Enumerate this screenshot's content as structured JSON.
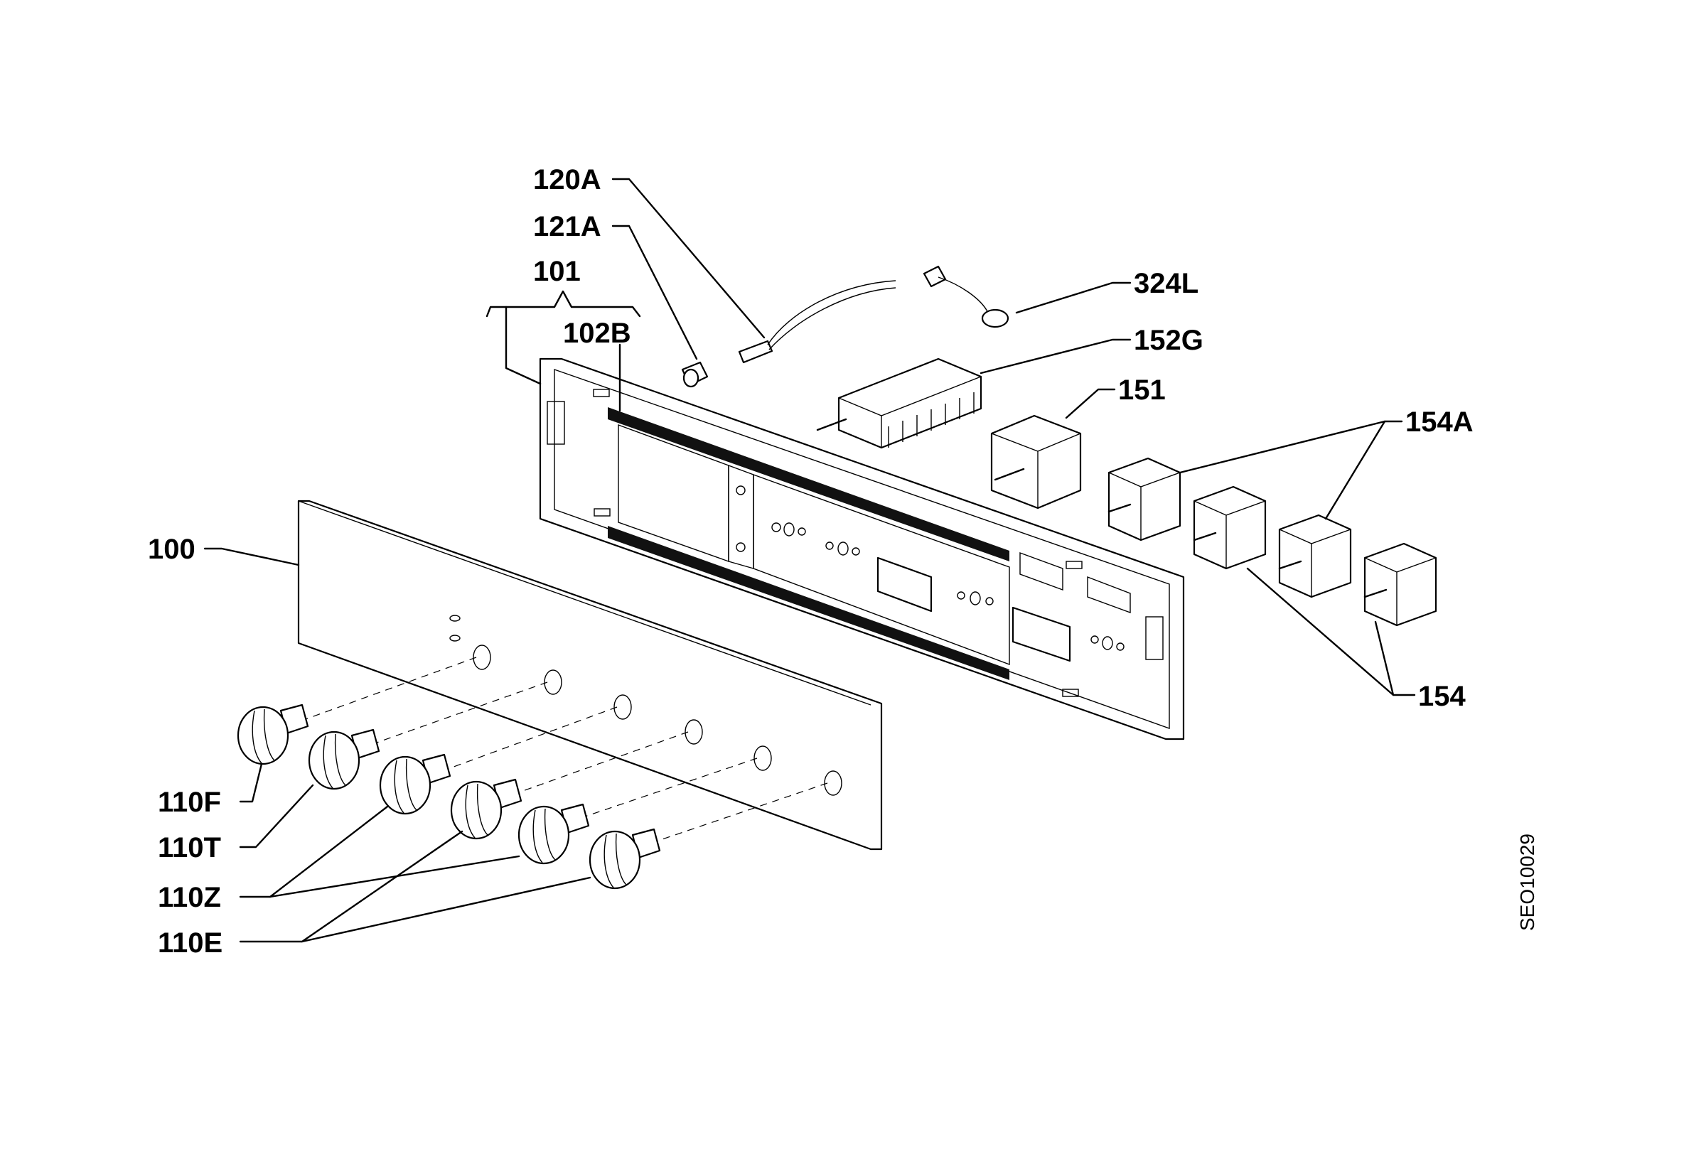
{
  "diagram": {
    "labels": {
      "l120A": "120A",
      "l121A": "121A",
      "l101": "101",
      "l102B": "102B",
      "l324L": "324L",
      "l152G": "152G",
      "l151": "151",
      "l154A": "154A",
      "l154": "154",
      "l100": "100",
      "l110F": "110F",
      "l110T": "110T",
      "l110Z": "110Z",
      "l110E": "110E"
    },
    "drawing_code": "SEO10029"
  }
}
